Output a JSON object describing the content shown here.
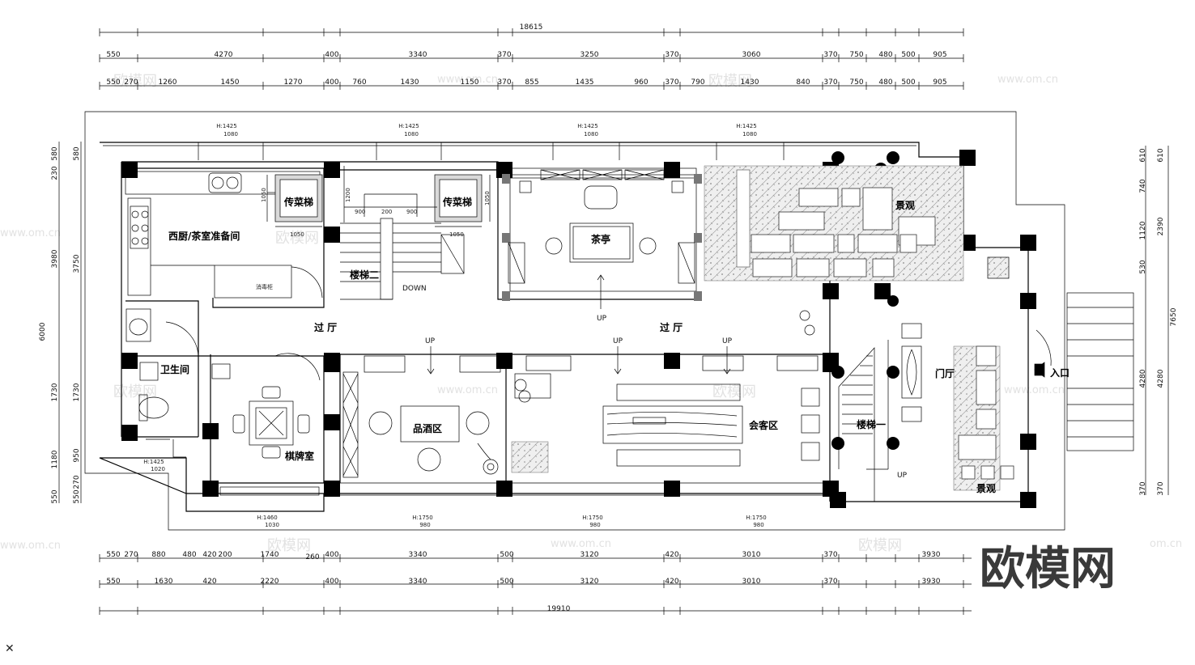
{
  "dims": {
    "top_total": "18615",
    "top_row1": [
      "550",
      "4270",
      "400",
      "3340",
      "370",
      "3250",
      "370",
      "3060",
      "370",
      "750",
      "480",
      "500",
      "905"
    ],
    "top_row2": [
      "550",
      "270",
      "1260",
      "1450",
      "1270",
      "400",
      "760",
      "1430",
      "1150",
      "370",
      "855",
      "1435",
      "960",
      "370",
      "790",
      "1430",
      "840",
      "370",
      "750",
      "480",
      "500",
      "905"
    ],
    "bottom_total": "19910",
    "bottom_row1": [
      "550",
      "270",
      "880",
      "480",
      "420",
      "200",
      "1740",
      "400",
      "3340",
      "500",
      "3120",
      "420",
      "3010",
      "370",
      "3930"
    ],
    "bottom_row1_extra": "260",
    "bottom_row2": [
      "550",
      "1630",
      "420",
      "2220",
      "400",
      "3340",
      "500",
      "3120",
      "420",
      "3010",
      "370",
      "3930"
    ],
    "left_outer": [
      "580",
      "230",
      "3980",
      "6000",
      "1730",
      "1180",
      "550"
    ],
    "left_inner": [
      "580",
      "3750",
      "1730",
      "950",
      "270",
      "550"
    ],
    "right_outer": [
      "610",
      "2390",
      "4280",
      "370",
      "7650"
    ],
    "right_inner": [
      "610",
      "740",
      "1120",
      "530",
      "4280",
      "370"
    ]
  },
  "window_tags": {
    "top": [
      {
        "h": "H:1425",
        "w": "1080"
      },
      {
        "h": "H:1425",
        "w": "1080"
      },
      {
        "h": "H:1425",
        "w": "1080"
      },
      {
        "h": "H:1425",
        "w": "1080"
      }
    ],
    "bottom": [
      {
        "h": "H:1425",
        "w": "1020"
      },
      {
        "h": "H:1460",
        "w": "1030"
      },
      {
        "h": "H:1750",
        "w": "980"
      },
      {
        "h": "H:1750",
        "w": "980"
      },
      {
        "h": "H:1750",
        "w": "980"
      }
    ]
  },
  "rooms": {
    "kitchen": "西厨/茶室准备间",
    "dumbwaiter_1": "传菜梯",
    "dumbwaiter_2": "传菜梯",
    "stair_2": "楼梯二",
    "down": "DOWN",
    "tea_pavilion": "茶亭",
    "hall_left": "过 厅",
    "hall_right": "过 厅",
    "restroom": "卫生间",
    "chess_room": "棋牌室",
    "wine_area": "品酒区",
    "reception": "会客区",
    "stair_1": "楼梯一",
    "foyer": "门厅",
    "landscape_top": "景观",
    "landscape_bottom": "景观",
    "entrance": "入口",
    "disinfection_cabinet": "消毒柜"
  },
  "stair_dims": {
    "d1050a": "1050",
    "d1050b": "1050",
    "d1050c": "1050",
    "d1050d": "1050",
    "d1200": "1200",
    "d900a": "900",
    "d200": "200",
    "d900b": "900"
  },
  "up_labels": {
    "u1": "UP",
    "u2": "UP",
    "u3": "UP",
    "u4": "UP",
    "u5": "UP"
  },
  "watermark": {
    "cn": "欧模网",
    "url": "www.om.cn",
    "url_part": "om.cn"
  },
  "logo": "欧模网",
  "colors": {
    "line": "#000000",
    "watermark": "#e2e2e2",
    "logo": "#3a3a3a"
  }
}
